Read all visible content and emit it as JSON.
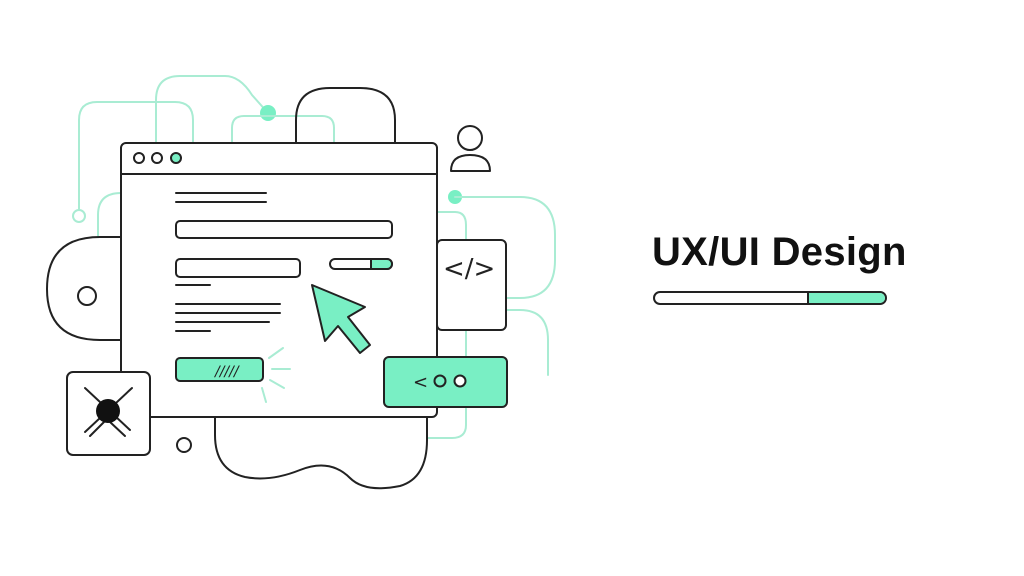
{
  "heading": "UX/UI Design",
  "progress": {
    "fill_fraction": 0.33,
    "fill_side": "right"
  },
  "colors": {
    "accent": "#79efc4",
    "line_accent": "#a9ecd3",
    "stroke": "#222222"
  },
  "illustration": {
    "code_tag_label": "</>",
    "pager_label": "<",
    "button_slashes": "/////",
    "icons": [
      "browser-window",
      "mouse-cursor-icon",
      "user-icon",
      "code-icon",
      "pager-icon",
      "crosshair-icon"
    ]
  }
}
